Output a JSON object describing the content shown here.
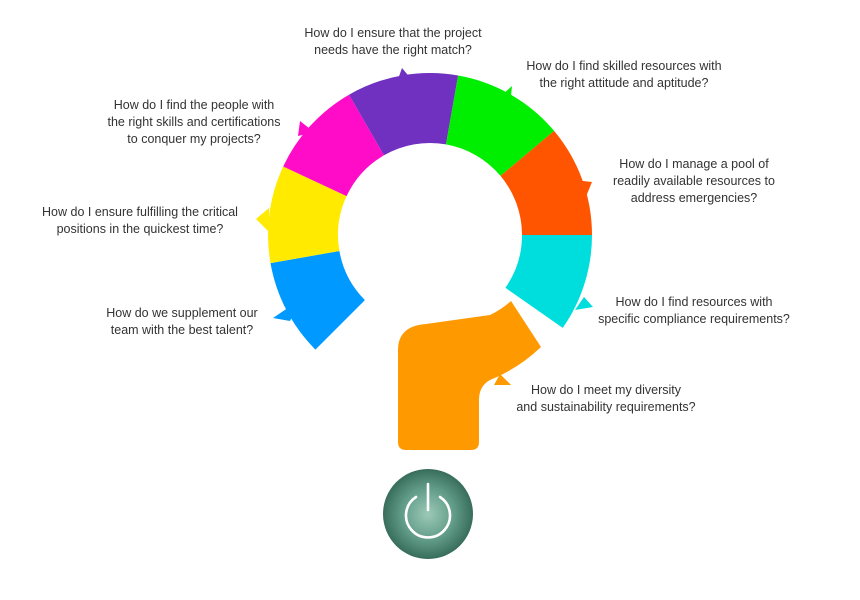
{
  "segments": [
    {
      "color": "#0099FF"
    },
    {
      "color": "#FFEA00"
    },
    {
      "color": "#FF0CC8"
    },
    {
      "color": "#7030C0"
    },
    {
      "color": "#00EE00"
    },
    {
      "color": "#FF5500"
    },
    {
      "color": "#00DDDD"
    },
    {
      "color": "#FF9900"
    }
  ],
  "questions": [
    {
      "text": "How do we supplement our\nteam with the best talent?"
    },
    {
      "text": "How do I ensure fulfilling the critical\npositions in the quickest time?"
    },
    {
      "text": "How do I find the people with\nthe right skills and certifications\nto conquer my projects?"
    },
    {
      "text": "How do I ensure that the project\nneeds have the right match?"
    },
    {
      "text": "How do I find skilled resources with\nthe right attitude and aptitude?"
    },
    {
      "text": "How do I manage a pool of\nreadily available resources to\naddress emergencies?"
    },
    {
      "text": "How do I find resources with\nspecific compliance requirements?"
    },
    {
      "text": "How do I meet my diversity\nand sustainability requirements?"
    }
  ],
  "power_button": {
    "icon": "power-icon",
    "color": "#3E7F6A"
  }
}
